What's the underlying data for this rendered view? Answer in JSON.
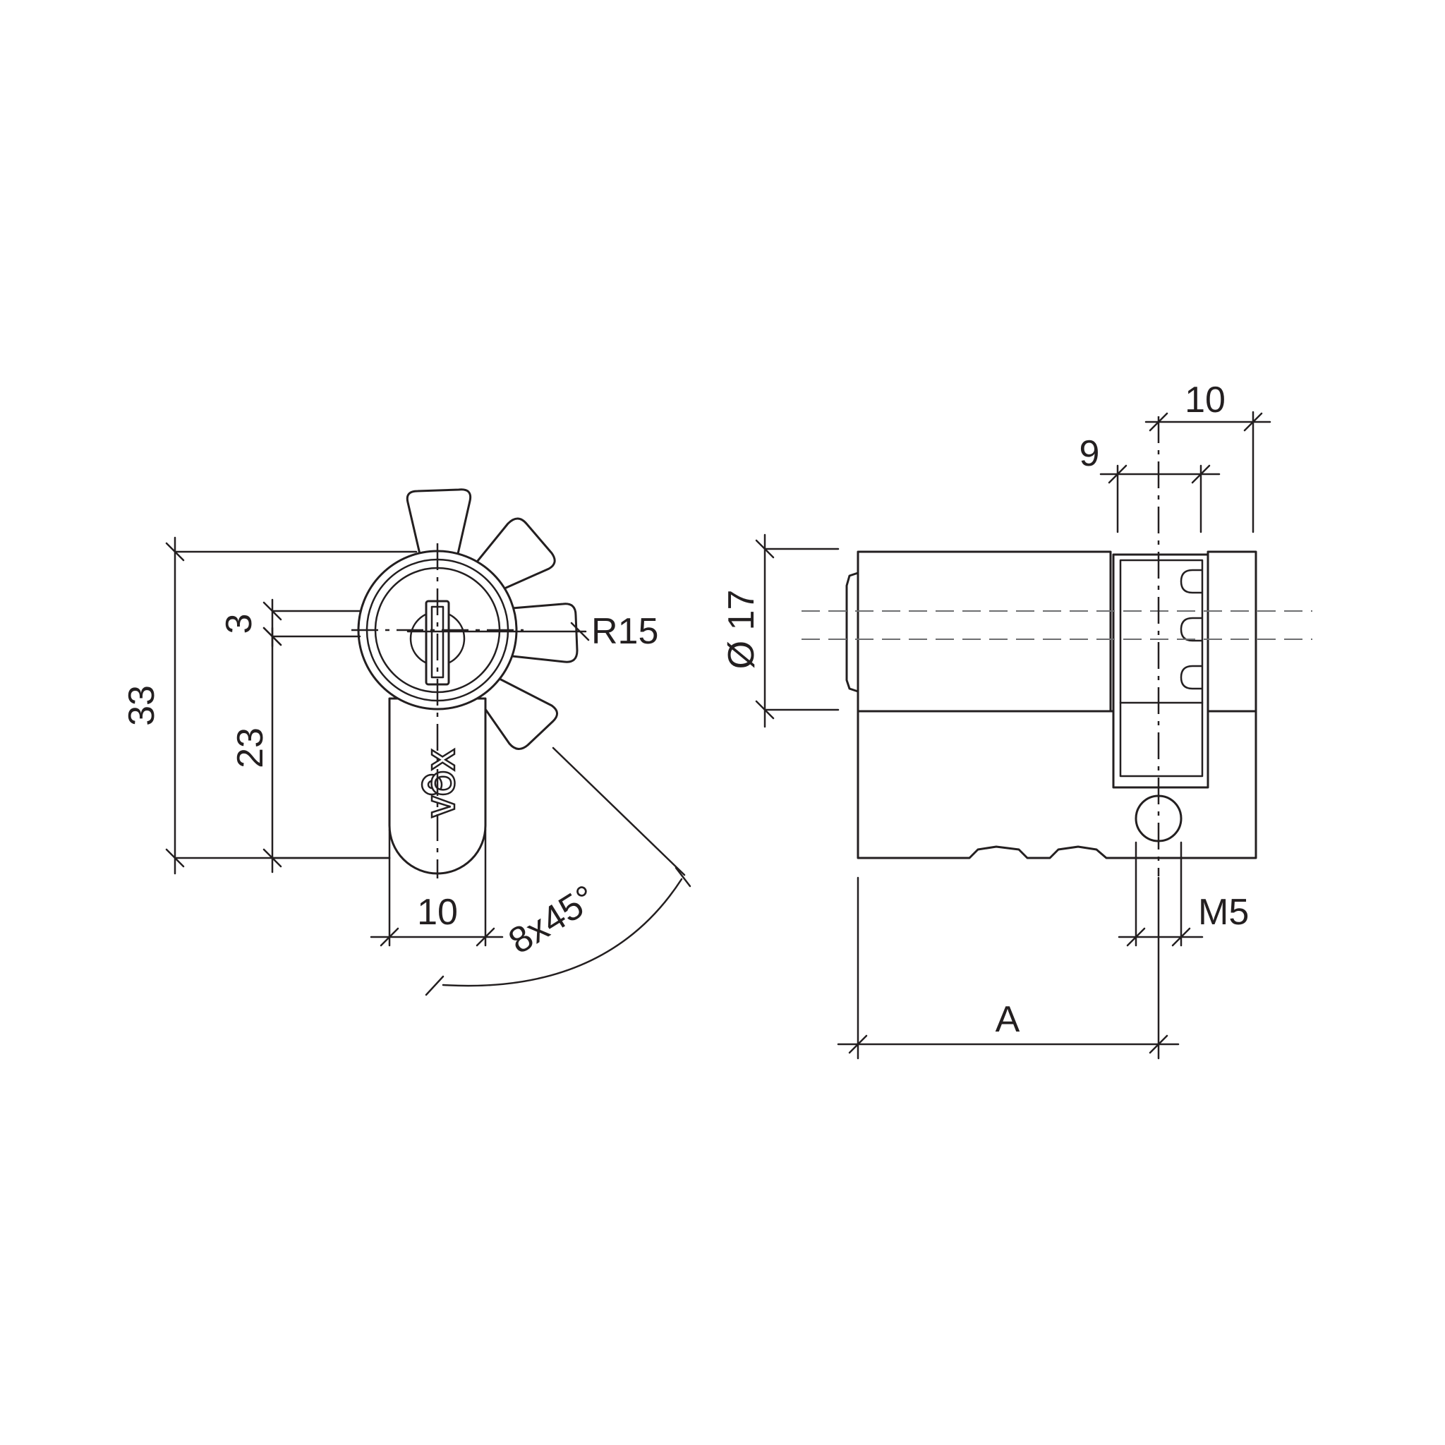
{
  "front_view": {
    "dimensions": {
      "overall_height": "33",
      "center_to_cam_bottom": "23",
      "cam_gap": "3",
      "cam_width": "10",
      "cam_radius": "R15",
      "cam_positions": "8x45°"
    },
    "logo": "VOX"
  },
  "side_view": {
    "dimensions": {
      "diameter": "Ø 17",
      "cam_slot_width": "9",
      "body_offset": "10",
      "screw_thread": "M5",
      "length": "A"
    }
  }
}
